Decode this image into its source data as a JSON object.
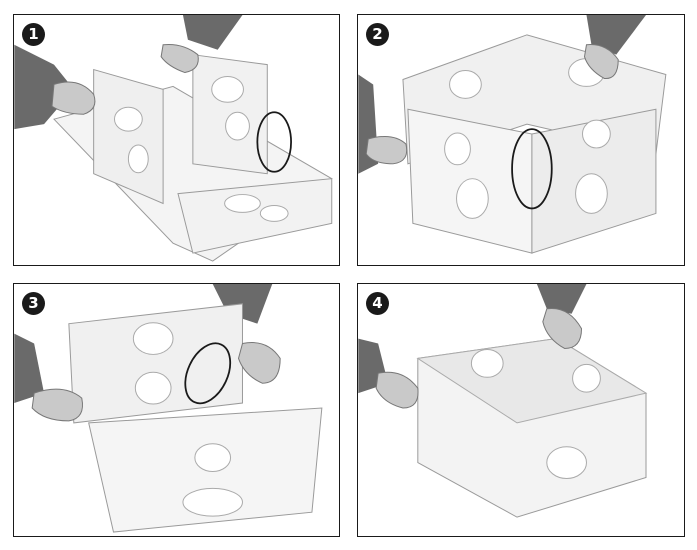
{
  "steps": [
    {
      "number": "1"
    },
    {
      "number": "2"
    },
    {
      "number": "3"
    },
    {
      "number": "4"
    }
  ],
  "colors": {
    "frame": "#1a1a1a",
    "cardboard": "#f4f4f4",
    "cardboard_shade": "#e2e2e2",
    "cutout": "#ffffff",
    "skin": "#c9c9c9",
    "sleeve": "#6a6a6a"
  }
}
